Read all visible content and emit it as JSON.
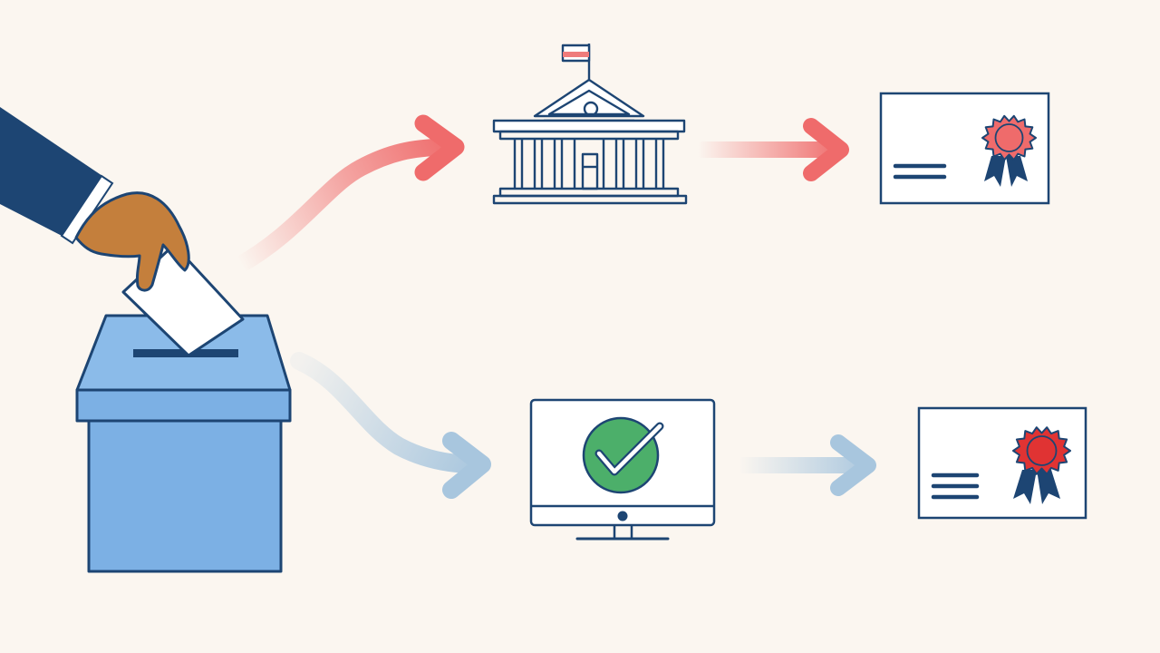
{
  "diagram": {
    "colors": {
      "background": "#fbf6f0",
      "navy": "#1d4573",
      "ballot_box_fill": "#7cb0e4",
      "skin": "#c47f3c",
      "upper_arrow": "#ef6b6b",
      "lower_arrow": "#a8c6de",
      "check_green": "#4caf6a",
      "seal_upper": "#ef6b6b",
      "seal_lower": "#e03333",
      "flag": "#ef7b7b",
      "paper": "#ffffff"
    },
    "nodes": [
      {
        "id": "ballot-box",
        "icon": "ballot-box-icon"
      },
      {
        "id": "voter-hand",
        "icon": "hand-icon"
      },
      {
        "id": "ballot-paper",
        "icon": "ballot-icon"
      },
      {
        "id": "government-building",
        "icon": "capitol-building-icon"
      },
      {
        "id": "electronic-system",
        "icon": "monitor-check-icon"
      },
      {
        "id": "upper-certificate",
        "icon": "certificate-icon"
      },
      {
        "id": "lower-certificate",
        "icon": "certificate-icon"
      }
    ],
    "edges": [
      {
        "from": "ballot-box",
        "to": "government-building",
        "style": "red-gradient"
      },
      {
        "from": "government-building",
        "to": "upper-certificate",
        "style": "red-gradient"
      },
      {
        "from": "ballot-box",
        "to": "electronic-system",
        "style": "blue-gradient"
      },
      {
        "from": "electronic-system",
        "to": "lower-certificate",
        "style": "blue-gradient"
      }
    ]
  }
}
